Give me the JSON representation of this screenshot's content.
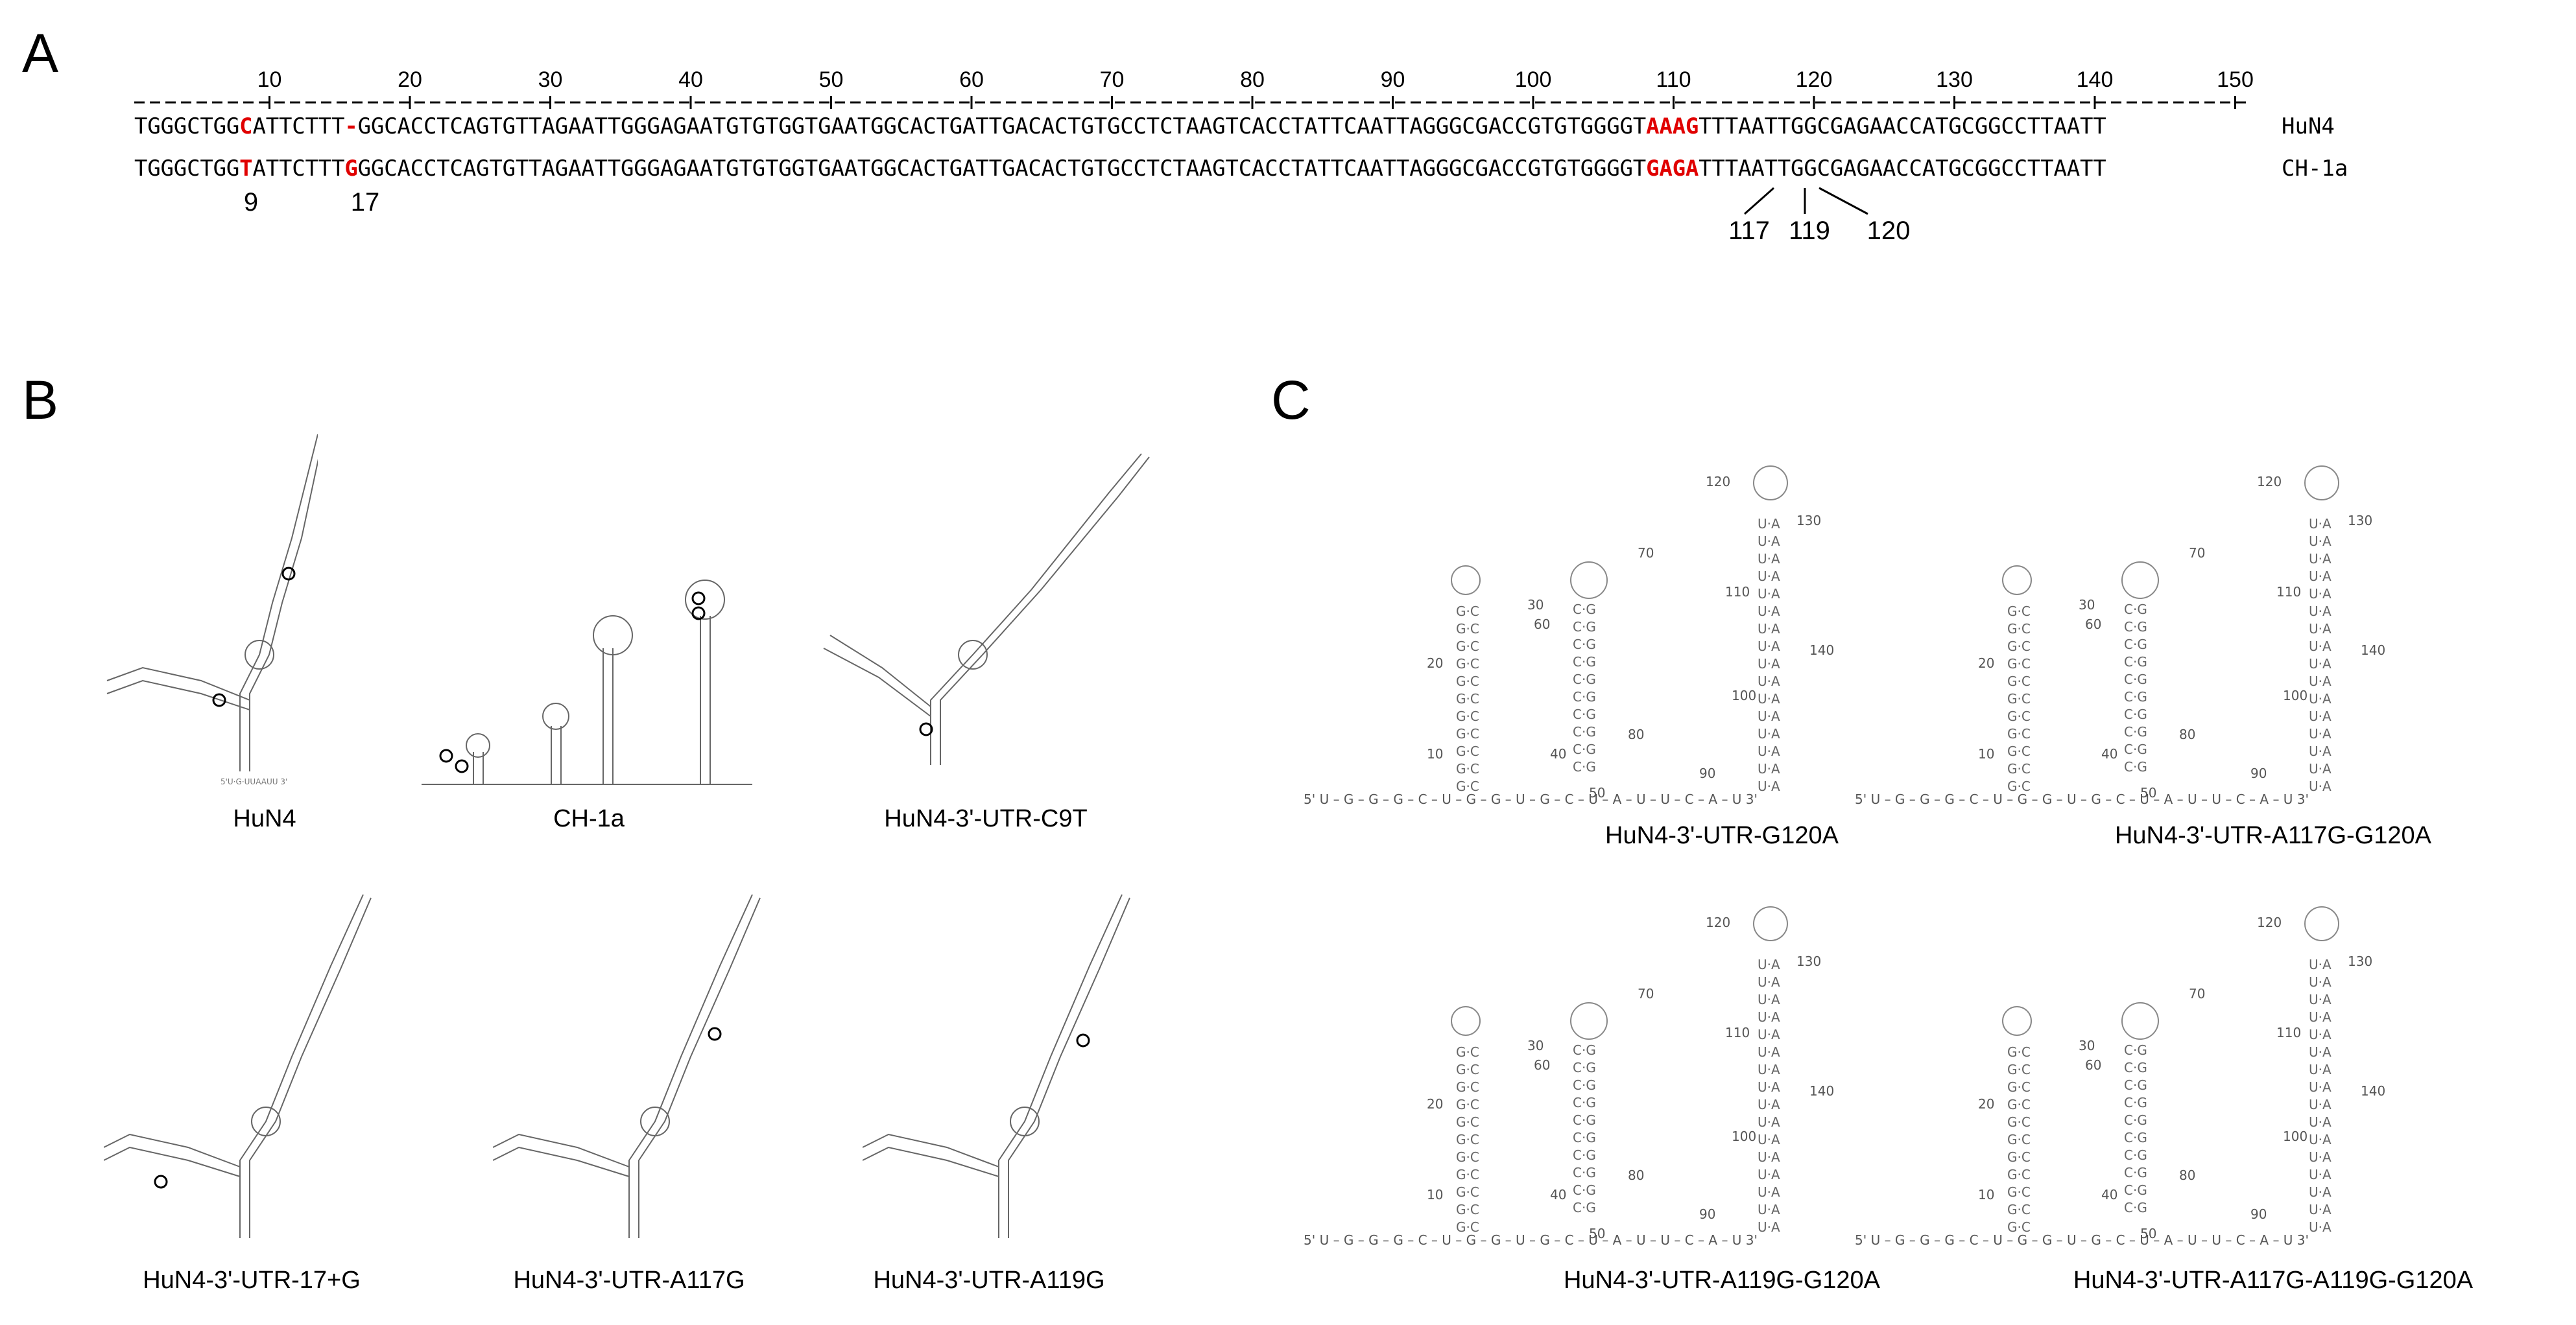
{
  "panels": {
    "a": "A",
    "b": "B",
    "c": "C"
  },
  "ruler": {
    "ticks": [
      "10",
      "20",
      "30",
      "40",
      "50",
      "60",
      "70",
      "80",
      "90",
      "100",
      "110",
      "120",
      "130",
      "140",
      "150"
    ]
  },
  "alignment": {
    "row1": {
      "s1": "TGGGCTGG",
      "m1": "C",
      "s2": "ATTCTTT",
      "m2": "-",
      "s3": "GGCACCTCAGTGTTAGAATTGGGAGAATGTGTGGTGAATGGCACTGATTGACACTGTGCCTCTAAGTCACCTATTCAATTAGGGCGACCGTGTGGGGT",
      "m3": "AAAG",
      "s4": "TTTAATTGGCGAGAACCATGCGGCCTTAATT",
      "label": "HuN4"
    },
    "row2": {
      "s1": "TGGGCTGG",
      "m1": "T",
      "s2": "ATTCTTT",
      "m2": "G",
      "s3": "GGCACCTCAGTGTTAGAATTGGGAGAATGTGTGGTGAATGGCACTGATTGACACTGTGCCTCTAAGTCACCTATTCAATTAGGGCGACCGTGTGGGGT",
      "m3": "GAGA",
      "s4": "TTTAATTGGCGAGAACCATGCGGCCTTAATT",
      "label": "CH-1a"
    },
    "positions": [
      "9",
      "17",
      "117",
      "119",
      "120"
    ]
  },
  "panel_b": {
    "captions": [
      "HuN4",
      "CH-1a",
      "HuN4-3'-UTR-C9T",
      "HuN4-3'-UTR-17+G",
      "HuN4-3'-UTR-A117G",
      "HuN4-3'-UTR-A119G"
    ]
  },
  "panel_c": {
    "captions": [
      "HuN4-3'-UTR-G120A",
      "HuN4-3'-UTR-A117G-G120A",
      "HuN4-3'-UTR-A119G-G120A",
      "HuN4-3'-UTR-A117G-A119G-G120A"
    ],
    "backbone": "5' U – G – G – G – C – U – G – G – U – G – C – U – A – U – U – C – A – U 3'",
    "numbers": [
      "10",
      "20",
      "30",
      "40",
      "50",
      "60",
      "70",
      "80",
      "90",
      "100",
      "110",
      "120",
      "130",
      "140"
    ]
  }
}
